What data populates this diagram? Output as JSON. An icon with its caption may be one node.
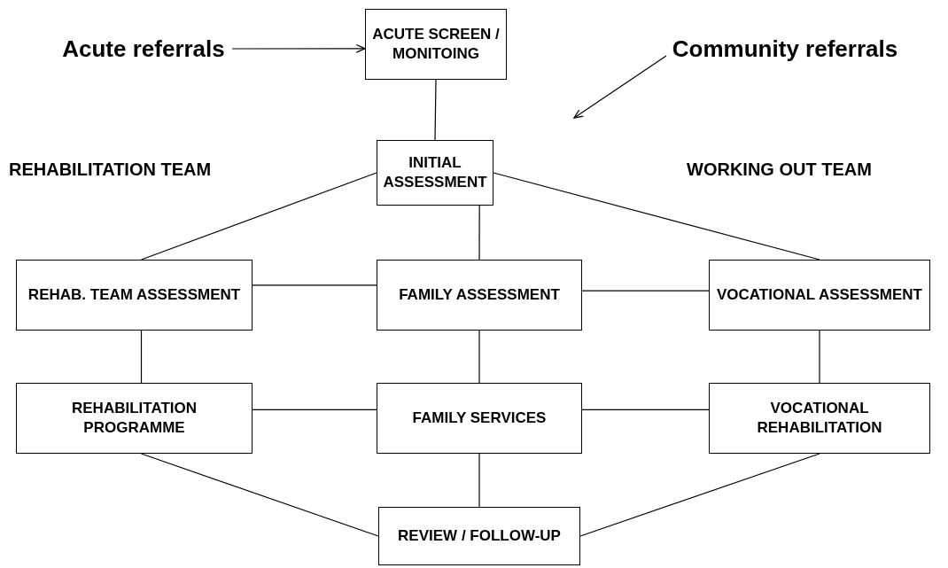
{
  "diagram": {
    "nodes": [
      {
        "text": [
          "Acute referrals"
        ]
      },
      {
        "text": [
          "ACUTE SCREEN / MONITOING"
        ]
      },
      {
        "text": [
          "Community referrals"
        ]
      },
      {
        "text": [
          "INITIAL ASSESSMENT"
        ]
      },
      {
        "text": [
          "REHAB. TEAM ASSESSMENT"
        ]
      },
      {
        "text": [
          "FAMILY ASSESSMENT"
        ]
      },
      {
        "text": [
          "VOCATIONAL ASSESSMENT"
        ]
      },
      {
        "text": [
          "REHABILITATION PROGRAMME"
        ]
      },
      {
        "text": [
          "FAMILY SERVICES"
        ]
      },
      {
        "text": [
          "VOCATIONAL REHABILITATION"
        ]
      },
      {
        "text": [
          "REVIEW / FOLLOW-UP"
        ]
      }
    ],
    "edges": [
      {
        "from": 0,
        "to": 1,
        "arrow": "to"
      },
      {
        "from": 1,
        "to": 3,
        "arrow": "none"
      },
      {
        "from": 2,
        "to": null,
        "arrow": "to"
      },
      {
        "from": 3,
        "to": 4,
        "arrow": "none"
      },
      {
        "from": 3,
        "to": 5,
        "arrow": "none"
      },
      {
        "from": 3,
        "to": 6,
        "arrow": "none"
      },
      {
        "from": 4,
        "to": 5,
        "arrow": "none"
      },
      {
        "from": 5,
        "to": 6,
        "arrow": "none"
      },
      {
        "from": 4,
        "to": 7,
        "arrow": "none"
      },
      {
        "from": 5,
        "to": 8,
        "arrow": "none"
      },
      {
        "from": 6,
        "to": 9,
        "arrow": "none"
      },
      {
        "from": 7,
        "to": 8,
        "arrow": "none"
      },
      {
        "from": 8,
        "to": 9,
        "arrow": "none"
      },
      {
        "from": 7,
        "to": 10,
        "arrow": "none"
      },
      {
        "from": 8,
        "to": 10,
        "arrow": "none"
      },
      {
        "from": 9,
        "to": 10,
        "arrow": "none"
      }
    ],
    "labels": [
      "REHABILITATION TEAM",
      "WORKING OUT TEAM"
    ]
  }
}
